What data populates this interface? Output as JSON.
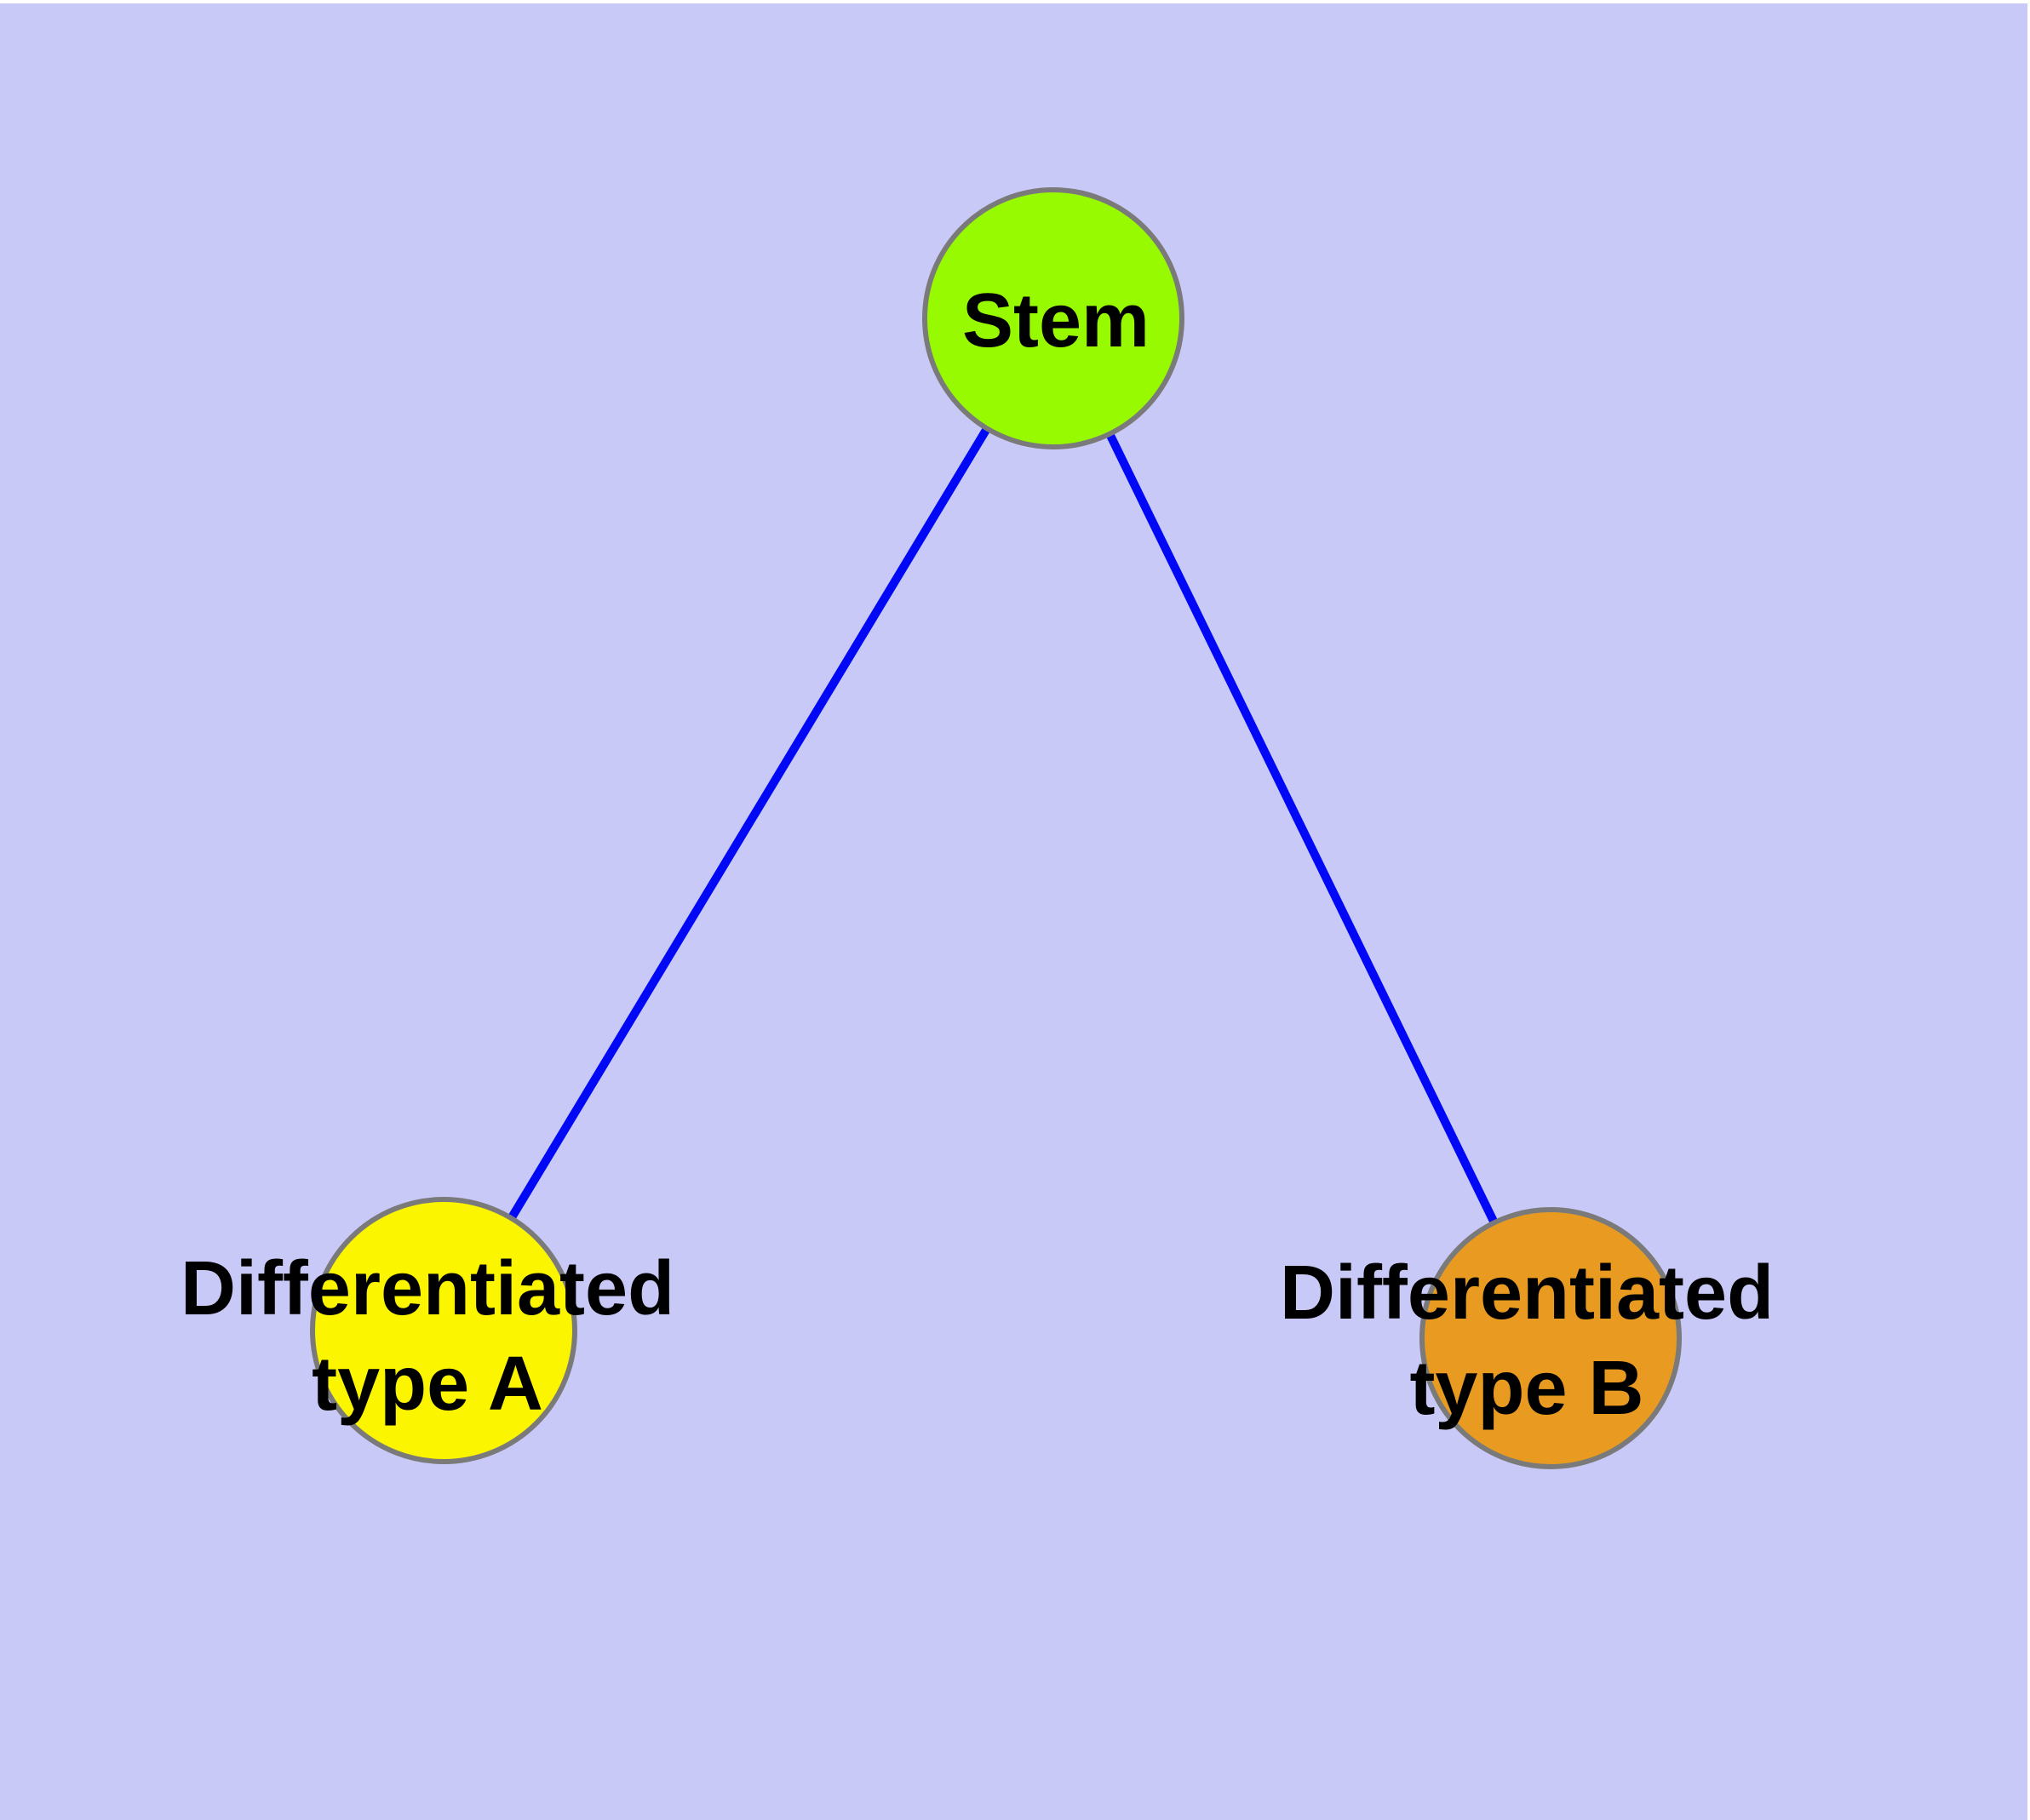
{
  "diagram": {
    "type": "node-link-graph",
    "nodes": {
      "stem": {
        "label": "Stem"
      },
      "type_a": {
        "label": "Differentiated\ntype A"
      },
      "type_b": {
        "label": "Differentiated\ntype B"
      }
    },
    "edges": [
      {
        "from": "Stem",
        "to": "Differentiated type A"
      },
      {
        "from": "Stem",
        "to": "Differentiated type B"
      }
    ]
  },
  "colors": {
    "background": "#C9C9F7",
    "edge": "#0008F5",
    "node_border": "#7A7A7A",
    "label_text": "#000000",
    "stem_fill": "#97FA00",
    "type_a_fill": "#FCF500",
    "type_b_fill": "#E89B20"
  }
}
